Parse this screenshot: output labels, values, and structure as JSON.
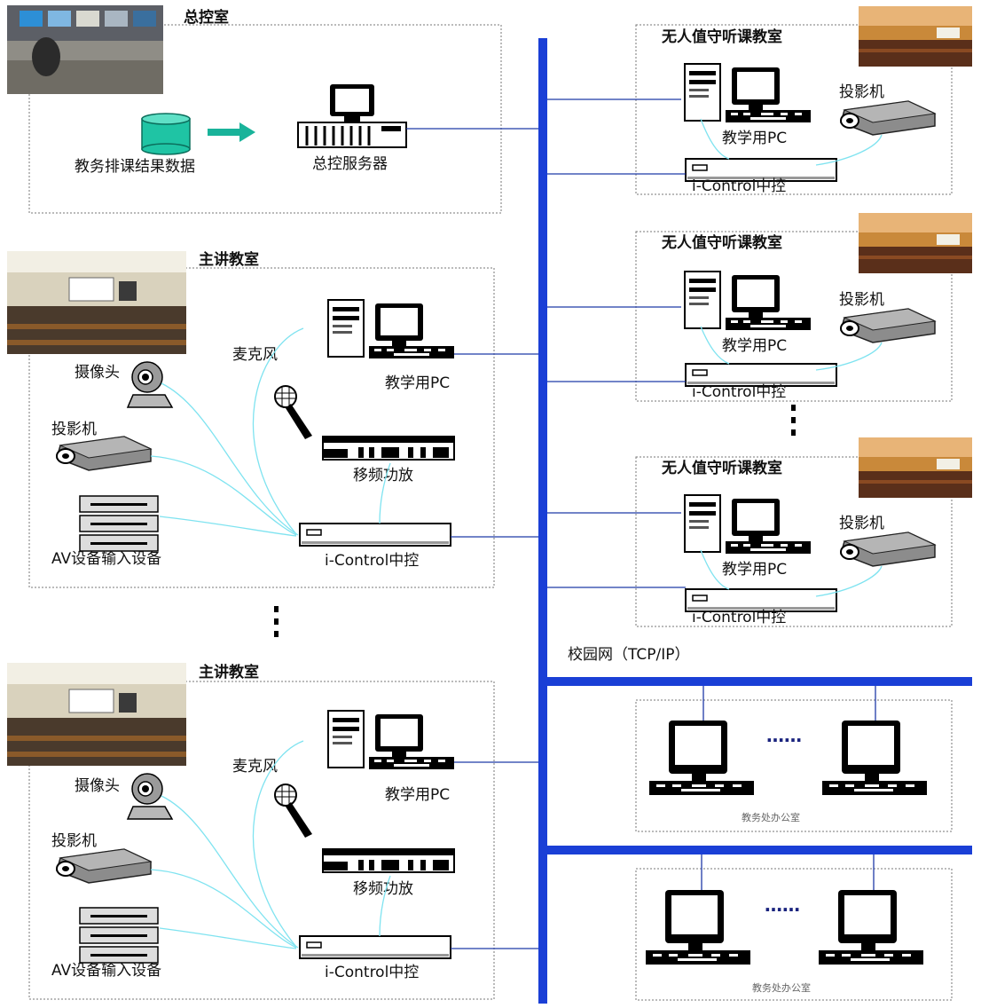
{
  "network": {
    "label": "校园网（TCP/IP）"
  },
  "control_room": {
    "title": "总控室",
    "db_label": "教务排课结果数据",
    "server_label": "总控服务器"
  },
  "main_classrooms": [
    {
      "title": "主讲教室",
      "pc_label": "教学用PC",
      "mic_label": "麦克风",
      "camera_label": "摄像头",
      "projector_label": "投影机",
      "amp_label": "移频功放",
      "av_label": "AV设备输入设备",
      "controller_label": "i-Control中控"
    },
    {
      "title": "主讲教室",
      "pc_label": "教学用PC",
      "mic_label": "麦克风",
      "camera_label": "摄像头",
      "projector_label": "投影机",
      "amp_label": "移频功放",
      "av_label": "AV设备输入设备",
      "controller_label": "i-Control中控"
    }
  ],
  "listening_classrooms": [
    {
      "title": "无人值守听课教室",
      "pc_label": "教学用PC",
      "projector_label": "投影机",
      "controller_label": "i-Control中控"
    },
    {
      "title": "无人值守听课教室",
      "pc_label": "教学用PC",
      "projector_label": "投影机",
      "controller_label": "i-Control中控"
    },
    {
      "title": "无人值守听课教室",
      "pc_label": "教学用PC",
      "projector_label": "投影机",
      "controller_label": "i-Control中控"
    }
  ],
  "offices": [
    {
      "label": "教务处办公室",
      "ellipsis": "……"
    },
    {
      "label": "教务处办公室",
      "ellipsis": "……"
    }
  ],
  "colors": {
    "backbone": "#1a3fd6",
    "link": "#1f3aa8",
    "wire": "#7fe3f0",
    "database": "#1fc4a4",
    "arrow": "#19b39a"
  }
}
